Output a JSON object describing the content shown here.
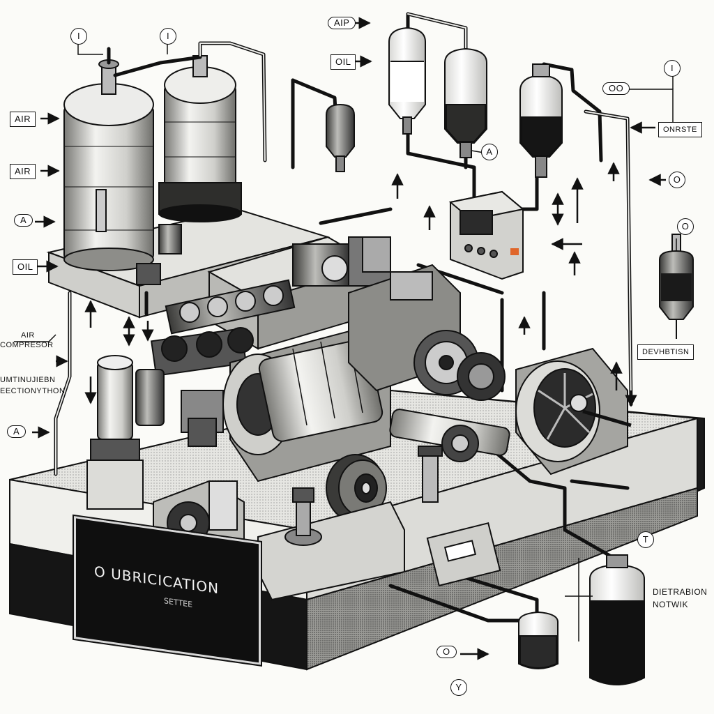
{
  "labels": {
    "aip": "AIP",
    "oil_top": "OIL",
    "air_1": "AIR",
    "air_2": "AIR",
    "a_left": "A",
    "oil_left": "OIL",
    "air_compressor_1": "AIR",
    "air_compressor_2": "COMPRESOR",
    "left_note_1": "UMTINUJIEBN",
    "left_note_2": "EECTIONYTHON",
    "a_lower_left": "A",
    "i_top_1": "I",
    "i_top_2": "I",
    "oo_right": "OO",
    "onrste": "ONRSTE",
    "i_right": "I",
    "o_right": "O",
    "a_center": "A",
    "o_right_2": "O",
    "devhbtisn": "DEVHBTISN",
    "t_right": "T",
    "dietrabion": "DIETRABION",
    "notwik": "NOTWIK",
    "o_bottom": "O",
    "y_bottom": "Y"
  },
  "plate": {
    "title": "O UBRICICATION",
    "subtitle": "SETTEE"
  },
  "colors": {
    "ink": "#111111",
    "paper": "#fbfbf8",
    "metal": "#d8d8d4",
    "shade": "#8f8f8b",
    "dark": "#2a2a2a",
    "accent": "#e0662a"
  }
}
